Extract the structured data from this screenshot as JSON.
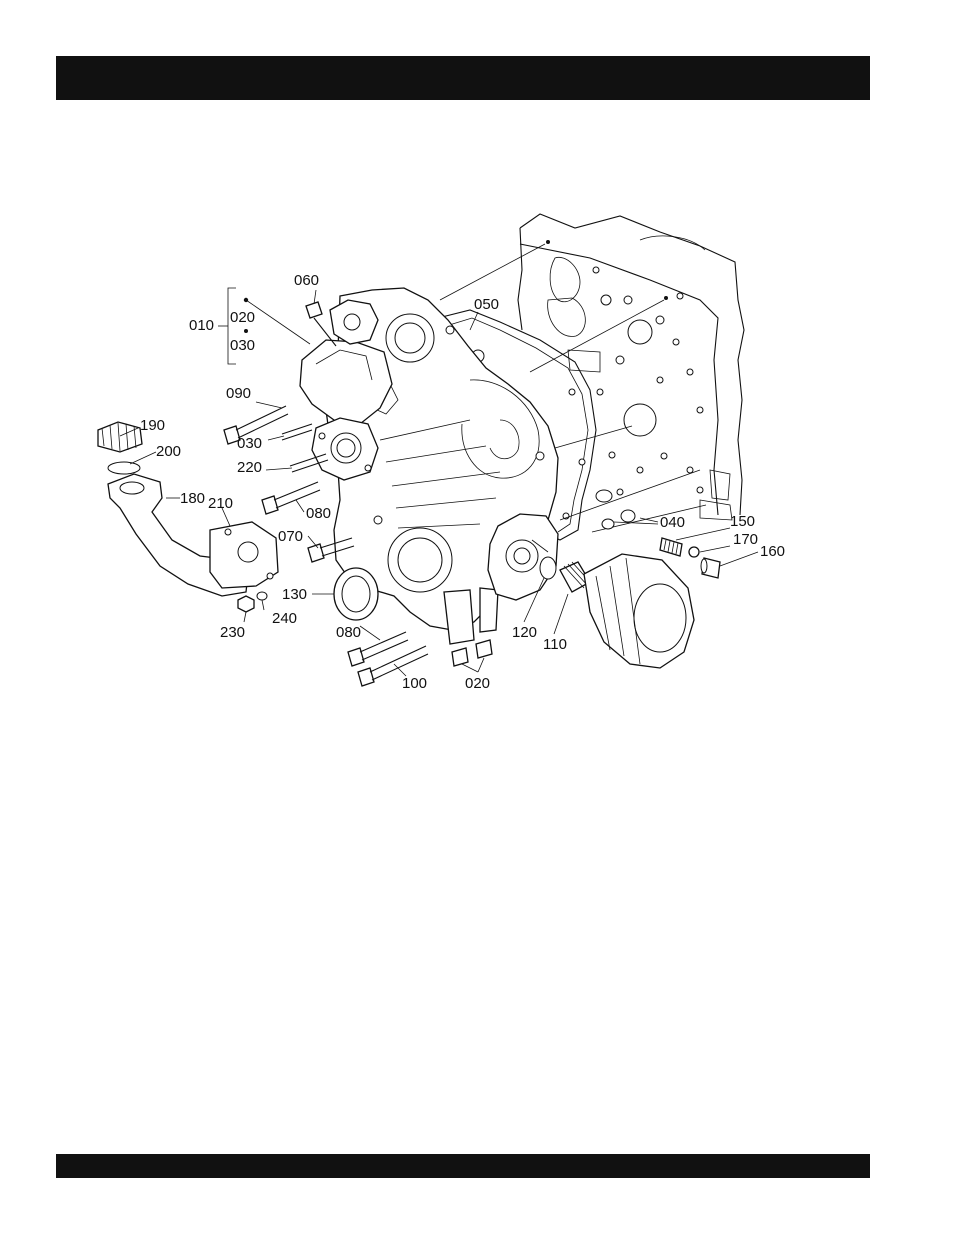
{
  "header_bar": {
    "color": "#111111"
  },
  "footer_bar": {
    "color": "#111111"
  },
  "callouts": [
    {
      "id": "c010",
      "text": "010"
    },
    {
      "id": "c020a",
      "text": "020"
    },
    {
      "id": "c030a",
      "text": "030"
    },
    {
      "id": "c060",
      "text": "060"
    },
    {
      "id": "c050",
      "text": "050"
    },
    {
      "id": "c090",
      "text": "090"
    },
    {
      "id": "c030b",
      "text": "030"
    },
    {
      "id": "c190",
      "text": "190"
    },
    {
      "id": "c200",
      "text": "200"
    },
    {
      "id": "c220",
      "text": "220"
    },
    {
      "id": "c180",
      "text": "180"
    },
    {
      "id": "c210",
      "text": "210"
    },
    {
      "id": "c080a",
      "text": "080"
    },
    {
      "id": "c040",
      "text": "040"
    },
    {
      "id": "c150",
      "text": "150"
    },
    {
      "id": "c070",
      "text": "070"
    },
    {
      "id": "c170",
      "text": "170"
    },
    {
      "id": "c160",
      "text": "160"
    },
    {
      "id": "c130",
      "text": "130"
    },
    {
      "id": "c240",
      "text": "240"
    },
    {
      "id": "c230",
      "text": "230"
    },
    {
      "id": "c120",
      "text": "120"
    },
    {
      "id": "c080b",
      "text": "080"
    },
    {
      "id": "c110",
      "text": "110"
    },
    {
      "id": "c100",
      "text": "100"
    },
    {
      "id": "c020b",
      "text": "020"
    }
  ]
}
